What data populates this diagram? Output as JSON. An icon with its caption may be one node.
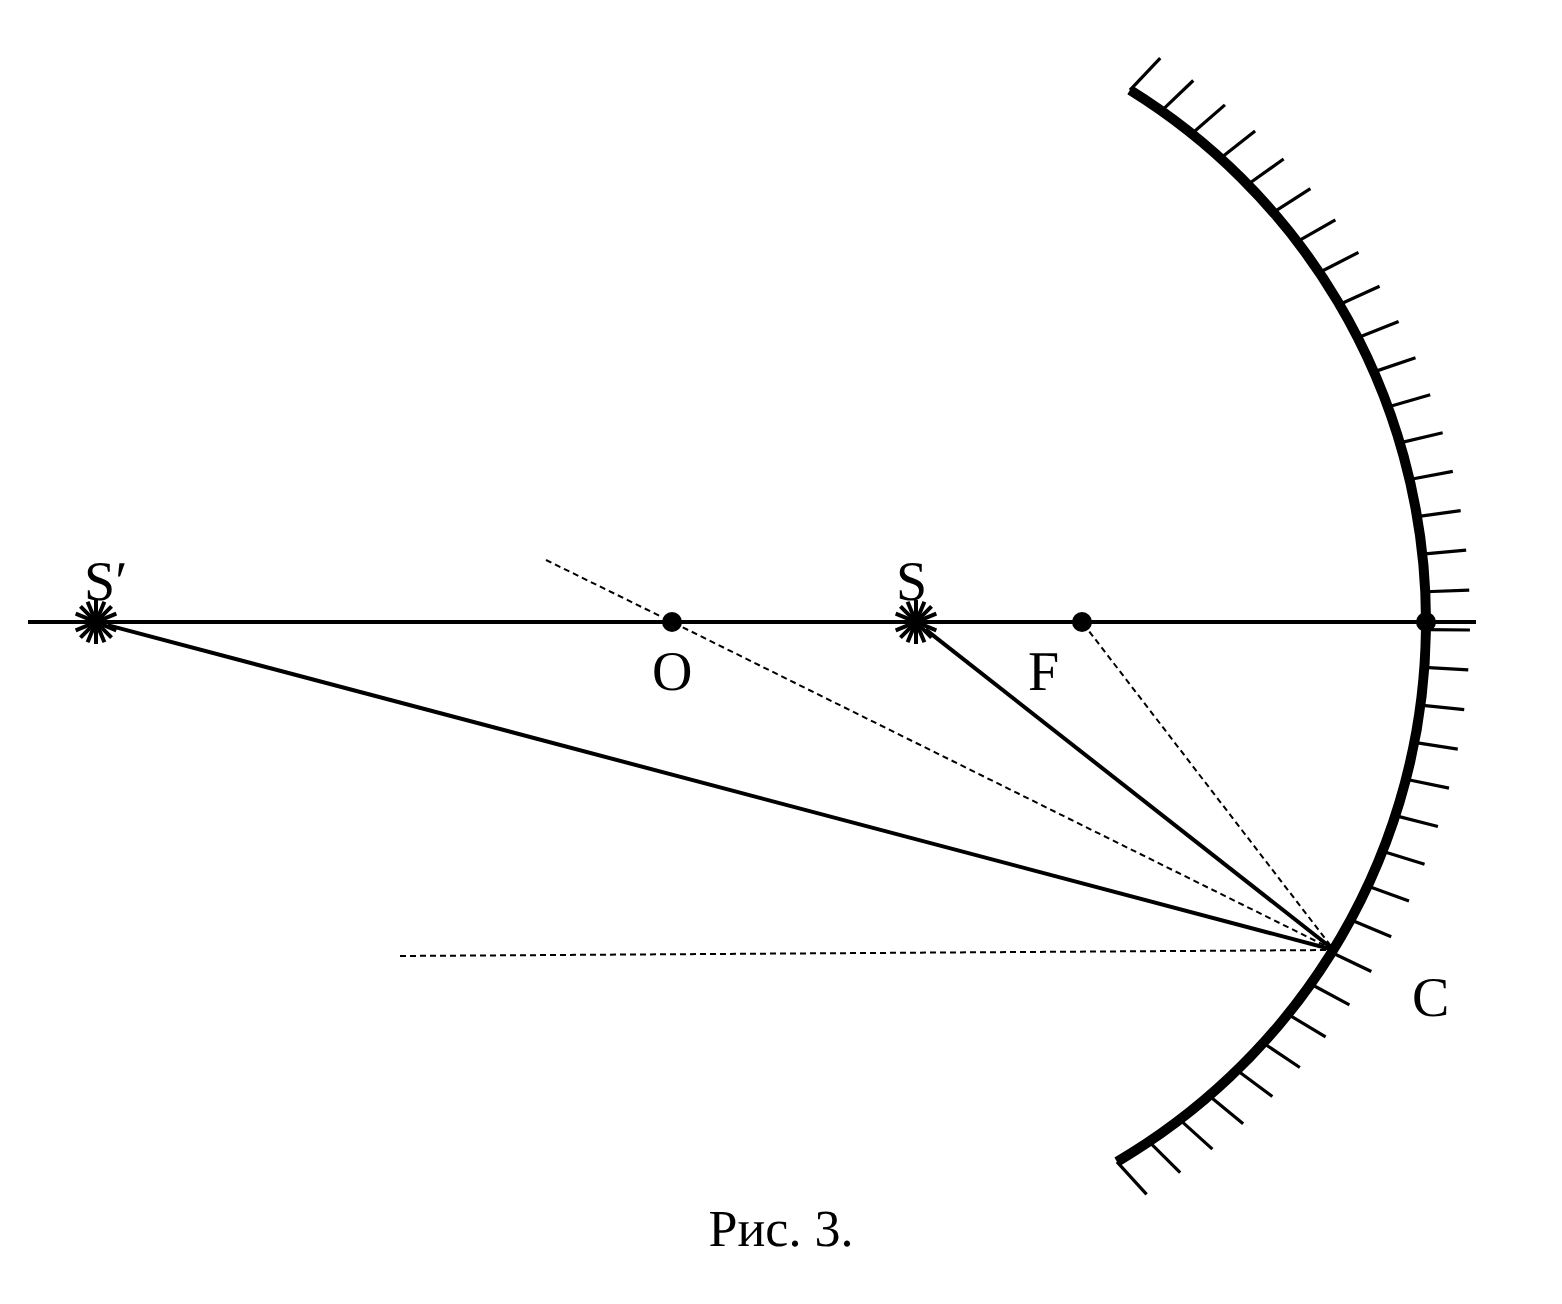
{
  "diagram": {
    "caption": "Рис. 3.",
    "nodes": [
      {
        "text": [
          "S′"
        ]
      },
      {
        "text": [
          "O"
        ]
      },
      {
        "text": [
          "S"
        ]
      },
      {
        "text": [
          "F"
        ]
      },
      {
        "text": [
          "C"
        ]
      },
      {
        "text": [],
        "shape": "circle"
      }
    ],
    "edges": [
      {
        "from": 0,
        "to": 4,
        "arrow": "none"
      },
      {
        "from": 2,
        "to": 4,
        "arrow": "none"
      },
      {
        "from": 1,
        "to": 4,
        "arrow": "none",
        "style": "dashed"
      },
      {
        "from": 3,
        "to": 4,
        "arrow": "none",
        "style": "dashed"
      },
      {
        "from": null,
        "to": 4,
        "arrow": "none",
        "style": "dashed"
      }
    ]
  }
}
